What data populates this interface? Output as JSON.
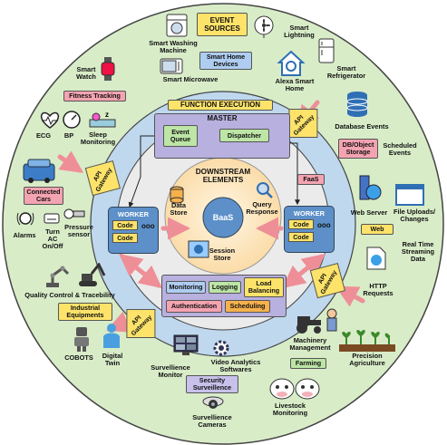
{
  "event_sources": {
    "title": "EVENT\nSOURCES"
  },
  "smart_home": {
    "devices_box": "Smart Home\nDevices",
    "items": [
      "Smart Washing\nMachine",
      "Smart Microwave",
      "Smart\nLightning",
      "Smart\nRefrigerator",
      "Alexa Smart\nHome"
    ]
  },
  "fitness": {
    "box": "Fitness Tracking",
    "items": [
      "Smart\nWatch",
      "ECG",
      "BP",
      "Sleep\nMonitoring"
    ]
  },
  "cars": {
    "box": "Connected\nCars",
    "items": [
      "Alarms",
      "Turn\nAC\nOn/Off",
      "Pressure\nsensor"
    ]
  },
  "industry": {
    "box": "Industrial\nEquipments",
    "items": [
      "Quality Control & Tracebility",
      "COBOTS",
      "Digital\nTwin"
    ]
  },
  "security": {
    "box": "Security\nSurveillence",
    "items": [
      "Survellience\nMonitor",
      "Video Analytics\nSoftwares",
      "Survellience\nCameras"
    ]
  },
  "farming": {
    "box": "Farming",
    "items": [
      "Machinery\nManagement",
      "Precision\nAgriculture",
      "Livestock\nMonitoring"
    ]
  },
  "web": {
    "box": "Web",
    "items": [
      "Web Server",
      "File Uploads/\nChanges",
      "Real Time\nStreaming\nData",
      "HTTP\nRequests"
    ]
  },
  "db": {
    "box": "DB/Object\nStorage",
    "items": [
      "Database Events",
      "Scheduled\nEvents"
    ]
  },
  "gateway_label": "API\nGateway",
  "function_execution": {
    "title": "FUNCTION EXECUTION",
    "master": "MASTER",
    "event_queue": "Event\nQueue",
    "dispatcher": "Dispatcher",
    "faas": "FaaS",
    "worker_title": "WORKER",
    "code": "Code",
    "dots": "ooo"
  },
  "downstream": {
    "title": "DOWNSTREAM\nELEMENTS",
    "data_store": "Data\nStore",
    "baas": "BaaS",
    "query_response": "Query\nResponse",
    "session_store": "Session\nStore"
  },
  "services": {
    "monitoring": "Monitoring",
    "logging": "Logging",
    "load_balancing": "Load\nBalancing",
    "authentication": "Authentication",
    "scheduling": "Scheduling"
  },
  "colors": {
    "outer_ring": "#d8ecc8",
    "middle_ring": "#bfd8ee",
    "inner_ring": "#e8e8e8",
    "core": "#fde9c4",
    "baas": "#5d90c9",
    "gateway": "#fde36a",
    "arrow": "#ee8f98"
  }
}
